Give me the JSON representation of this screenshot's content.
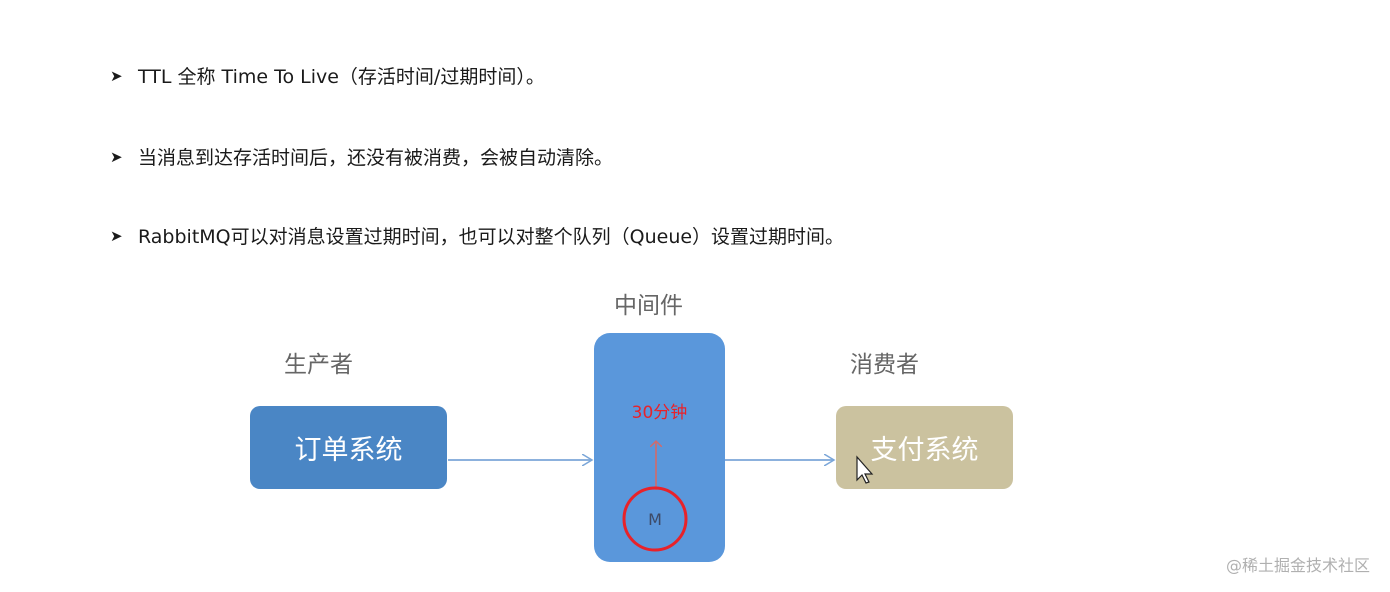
{
  "bullets": [
    "TTL 全称 Time To Live（存活时间/过期时间）。",
    "当消息到达存活时间后，还没有被消费，会被自动清除。",
    "RabbitMQ可以对消息设置过期时间，也可以对整个队列（Queue）设置过期时间。"
  ],
  "diagram": {
    "producer_label": "生产者",
    "producer_box": "订单系统",
    "middleware_label": "中间件",
    "ttl_label": "30分钟",
    "message_label": "M",
    "consumer_label": "消费者",
    "consumer_box": "支付系统"
  },
  "watermark": "@稀土掘金技术社区",
  "colors": {
    "producer_box": "#4a86c5",
    "middleware_box": "#5a97db",
    "consumer_box": "#cbc29f",
    "ttl_text": "#e8222a",
    "arrow": "#7ba6d8"
  }
}
